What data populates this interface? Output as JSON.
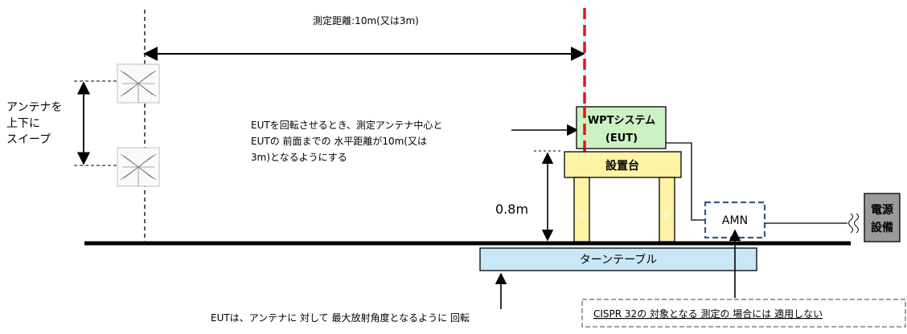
{
  "measurement": {
    "distance_label": "測定距離:10m(又は3m)"
  },
  "antenna": {
    "sweep_label_lines": [
      "アンテナを",
      "上下に",
      "スイープ"
    ],
    "center_note_lines": [
      "EUTを回転させるとき、測定アンテナ中心と",
      "EUTの 前面までの 水平距離が10m(又は",
      "3m)となるようにする"
    ]
  },
  "eut": {
    "label_lines": [
      "WPTシステム",
      "(EUT)"
    ]
  },
  "stand": {
    "label": "設置台",
    "height_label": "0.8m",
    "leg_mark": "V"
  },
  "turntable": {
    "label": "ターンテーブル",
    "note": "EUTは、アンテナに 対して 最大放射角度となるように 回転"
  },
  "amn": {
    "label": "AMN",
    "note": "CISPR 32の 対象となる 測定の 場合には 適用しない"
  },
  "power": {
    "label_lines": [
      "電源",
      "設備"
    ]
  },
  "colors": {
    "eut_fill": "#ccf2c4",
    "stand_fill": "#fff3a6",
    "turntable_fill": "#c9e7f7",
    "power_fill": "#9a9a9a",
    "red_dashed": "#e01818",
    "amn_border": "#3d5a80"
  }
}
